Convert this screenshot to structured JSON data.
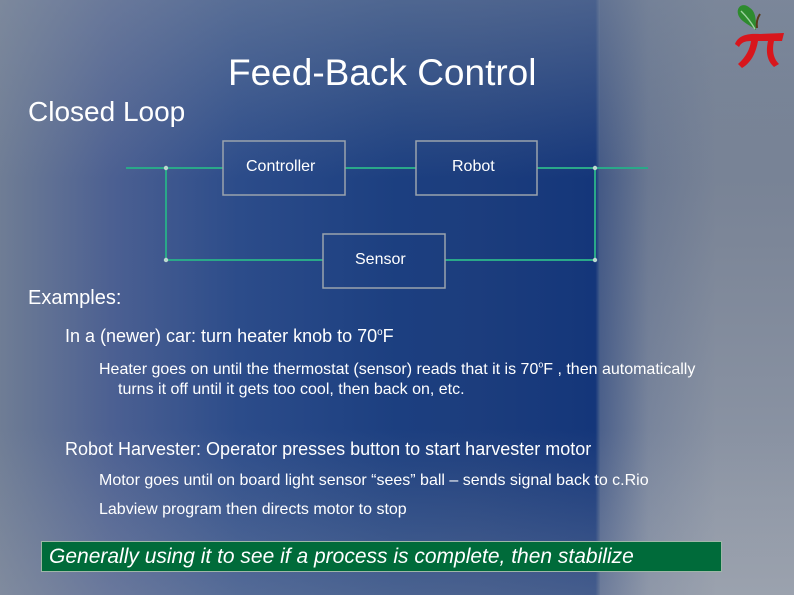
{
  "slide": {
    "title": "Feed-Back Control",
    "subtitle": "Closed Loop",
    "logo_icon": "pi-apple-logo",
    "colors": {
      "line": "#2aa889",
      "box_border": "#9aa3ad",
      "callout_bg": "#006b3a",
      "logo_red": "#d8161c",
      "logo_leaf": "#2e8b2e"
    }
  },
  "diagram": {
    "controller": "Controller",
    "robot": "Robot",
    "sensor": "Sensor"
  },
  "body": {
    "examples_heading": "Examples:",
    "car_prefix": "In a (newer) car: turn heater knob to 70",
    "car_degree": "o",
    "car_unit": "F",
    "heater_prefix": "Heater goes on until the thermostat (sensor) reads that it is 70",
    "heater_degree": "o",
    "heater_suffix": "F , then automatically",
    "heater_cont": "turns it off until it gets too cool, then back on, etc.",
    "harvester": "Robot Harvester:  Operator presses button to start harvester motor",
    "motor": "Motor goes until on board light sensor “sees” ball – sends signal back to c.Rio",
    "labview": "Labview program then directs motor to stop",
    "callout": "Generally using it to see if a process is complete, then stabilize"
  }
}
